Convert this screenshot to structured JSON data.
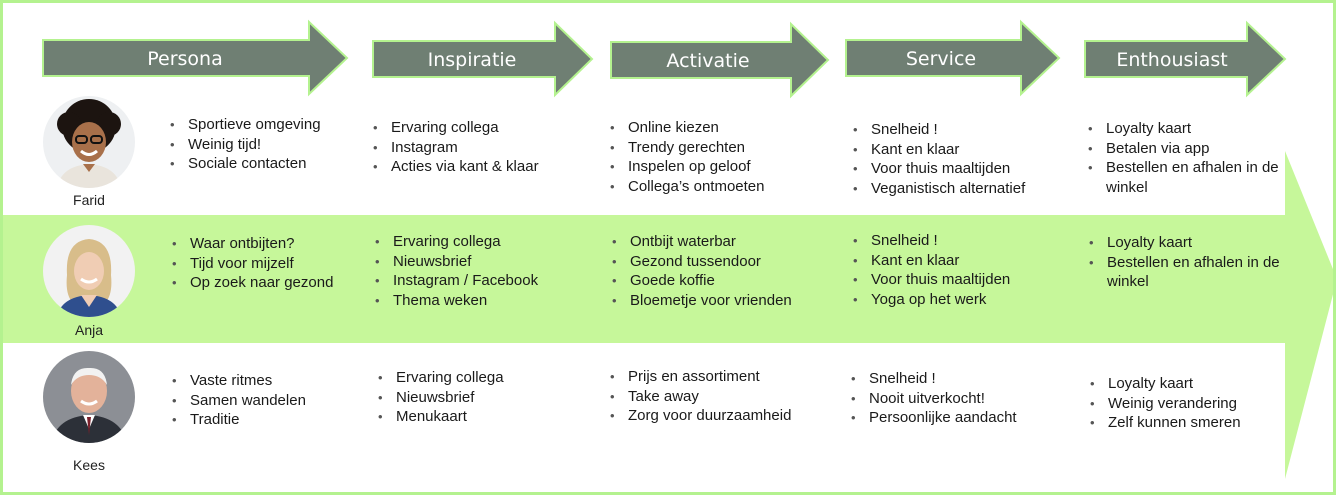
{
  "stages": [
    "Persona",
    "Inspiratie",
    "Activatie",
    "Service",
    "Enthousiast"
  ],
  "colors": {
    "arrow": "#6f7f73",
    "band": "#c6f79a",
    "border": "#b4f28f"
  },
  "personas": [
    {
      "name": "Farid",
      "lists": [
        [
          "Sportieve omgeving",
          "Weinig tijd!",
          "Sociale contacten"
        ],
        [
          "Ervaring collega",
          "Instagram",
          "Acties via kant & klaar"
        ],
        [
          "Online kiezen",
          "Trendy gerechten",
          "Inspelen op geloof",
          "Collega’s ontmoeten"
        ],
        [
          "Snelheid !",
          "Kant en klaar",
          "Voor thuis maaltijden",
          "Veganistisch alternatief"
        ],
        [
          "Loyalty kaart",
          "Betalen via app",
          "Bestellen en afhalen in de winkel"
        ]
      ]
    },
    {
      "name": "Anja",
      "lists": [
        [
          "Waar ontbijten?",
          "Tijd voor mijzelf",
          "Op zoek naar gezond"
        ],
        [
          "Ervaring collega",
          "Nieuwsbrief",
          "Instagram / Facebook",
          "Thema weken"
        ],
        [
          "Ontbijt waterbar",
          "Gezond tussendoor",
          "Goede koffie",
          "Bloemetje voor vrienden"
        ],
        [
          "Snelheid !",
          "Kant en klaar",
          "Voor thuis maaltijden",
          "Yoga op het werk"
        ],
        [
          "Loyalty kaart",
          "Bestellen en afhalen in de winkel"
        ]
      ]
    },
    {
      "name": "Kees",
      "lists": [
        [
          "Vaste ritmes",
          "Samen wandelen",
          "Traditie"
        ],
        [
          "Ervaring collega",
          "Nieuwsbrief",
          "Menukaart"
        ],
        [
          "Prijs en assortiment",
          "Take away",
          "Zorg voor duurzaamheid"
        ],
        [
          "Snelheid !",
          "Nooit uitverkocht!",
          "Persoonlijke aandacht"
        ],
        [
          "Loyalty kaart",
          "Weinig verandering",
          "Zelf kunnen smeren"
        ]
      ]
    }
  ]
}
